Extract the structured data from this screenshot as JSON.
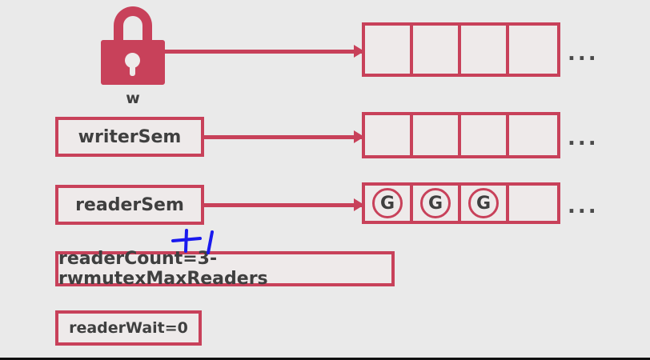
{
  "diagram": {
    "title_colors": {
      "background": "#eaeaea",
      "accent_red": "#c8415a",
      "text_dark": "#3f3f3f",
      "annotation_blue": "#1a1aee",
      "box_fill": "#eeeaea"
    },
    "lock": {
      "icon": "padlock-icon",
      "label": "w"
    },
    "rows": [
      {
        "id": "w-queue",
        "source_type": "lock",
        "source_label": "w",
        "cells": [
          "",
          "",
          "",
          ""
        ],
        "overflow": "..."
      },
      {
        "id": "writerSem-queue",
        "source_type": "box",
        "source_label": "writerSem",
        "cells": [
          "",
          "",
          "",
          ""
        ],
        "overflow": "..."
      },
      {
        "id": "readerSem-queue",
        "source_type": "box",
        "source_label": "readerSem",
        "cells": [
          "G",
          "G",
          "G",
          ""
        ],
        "overflow": "..."
      }
    ],
    "state_boxes": [
      {
        "id": "readerCount",
        "text": "readerCount=3-rwmutexMaxReaders"
      },
      {
        "id": "readerWait",
        "text": "readerWait=0"
      }
    ],
    "annotations": [
      {
        "id": "plus-one",
        "text": "+1",
        "style": "handwritten",
        "color": "#1a1aee",
        "attached_to": "readerCount"
      }
    ]
  }
}
